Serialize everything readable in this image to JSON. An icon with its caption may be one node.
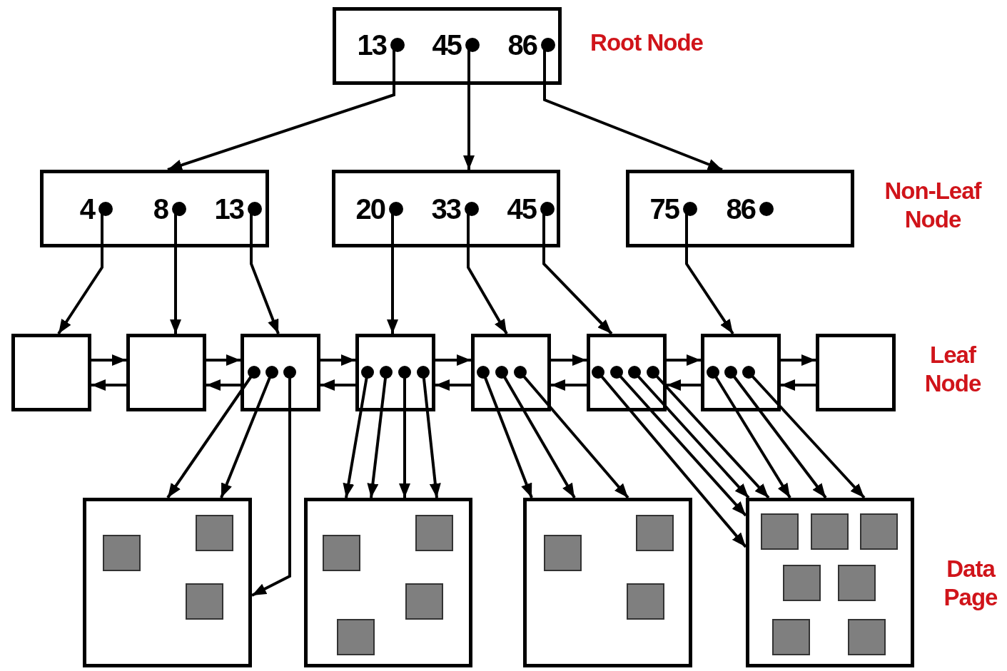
{
  "diagram": {
    "nodes": [
      {
        "text": [
          "13",
          "45",
          "86"
        ]
      },
      {
        "text": [
          "4",
          "8",
          "13"
        ]
      },
      {
        "text": [
          "20",
          "33",
          "45"
        ]
      },
      {
        "text": [
          "75",
          "86"
        ]
      },
      {
        "text": [],
        "shape": "box"
      },
      {
        "text": [],
        "shape": "box"
      },
      {
        "text": [],
        "shape": "box"
      },
      {
        "text": [],
        "shape": "box"
      },
      {
        "text": [],
        "shape": "box"
      },
      {
        "text": [],
        "shape": "box"
      },
      {
        "text": [],
        "shape": "box"
      },
      {
        "text": [],
        "shape": "box"
      },
      {
        "text": [],
        "shape": "box"
      },
      {
        "text": [],
        "shape": "box"
      },
      {
        "text": [],
        "shape": "box"
      },
      {
        "text": [],
        "shape": "box"
      }
    ],
    "edges": [
      {
        "from": 0,
        "to": 1,
        "arrow": "to"
      },
      {
        "from": 0,
        "to": 2,
        "arrow": "to"
      },
      {
        "from": 0,
        "to": 3,
        "arrow": "to"
      },
      {
        "from": 1,
        "to": 4,
        "arrow": "to"
      },
      {
        "from": 1,
        "to": 5,
        "arrow": "to"
      },
      {
        "from": 1,
        "to": 6,
        "arrow": "to"
      },
      {
        "from": 2,
        "to": 7,
        "arrow": "to"
      },
      {
        "from": 2,
        "to": 8,
        "arrow": "to"
      },
      {
        "from": 2,
        "to": 9,
        "arrow": "to"
      },
      {
        "from": 3,
        "to": 10,
        "arrow": "to"
      },
      {
        "from": 4,
        "to": 5,
        "arrow": "to"
      },
      {
        "from": 5,
        "to": 4,
        "arrow": "to"
      },
      {
        "from": 5,
        "to": 6,
        "arrow": "to"
      },
      {
        "from": 6,
        "to": 5,
        "arrow": "to"
      },
      {
        "from": 6,
        "to": 7,
        "arrow": "to"
      },
      {
        "from": 7,
        "to": 6,
        "arrow": "to"
      },
      {
        "from": 7,
        "to": 8,
        "arrow": "to"
      },
      {
        "from": 8,
        "to": 7,
        "arrow": "to"
      },
      {
        "from": 8,
        "to": 9,
        "arrow": "to"
      },
      {
        "from": 9,
        "to": 8,
        "arrow": "to"
      },
      {
        "from": 9,
        "to": 10,
        "arrow": "to"
      },
      {
        "from": 10,
        "to": 9,
        "arrow": "to"
      },
      {
        "from": 10,
        "to": 11,
        "arrow": "to"
      },
      {
        "from": 11,
        "to": 10,
        "arrow": "to"
      },
      {
        "from": 6,
        "to": 12,
        "arrow": "to"
      },
      {
        "from": 6,
        "to": 12,
        "arrow": "to"
      },
      {
        "from": 6,
        "to": 12,
        "arrow": "to"
      },
      {
        "from": 7,
        "to": 13,
        "arrow": "to"
      },
      {
        "from": 7,
        "to": 13,
        "arrow": "to"
      },
      {
        "from": 7,
        "to": 13,
        "arrow": "to"
      },
      {
        "from": 7,
        "to": 13,
        "arrow": "to"
      },
      {
        "from": 8,
        "to": 14,
        "arrow": "to"
      },
      {
        "from": 8,
        "to": 14,
        "arrow": "to"
      },
      {
        "from": 8,
        "to": 14,
        "arrow": "to"
      },
      {
        "from": 9,
        "to": 15,
        "arrow": "to"
      },
      {
        "from": 9,
        "to": 15,
        "arrow": "to"
      },
      {
        "from": 9,
        "to": 15,
        "arrow": "to"
      },
      {
        "from": 9,
        "to": 15,
        "arrow": "to"
      },
      {
        "from": 10,
        "to": 15,
        "arrow": "to"
      },
      {
        "from": 10,
        "to": 15,
        "arrow": "to"
      },
      {
        "from": 10,
        "to": 15,
        "arrow": "to"
      }
    ],
    "labels": [
      "Root Node",
      "Non-Leaf Node",
      "Leaf Node",
      "Data Page"
    ]
  }
}
